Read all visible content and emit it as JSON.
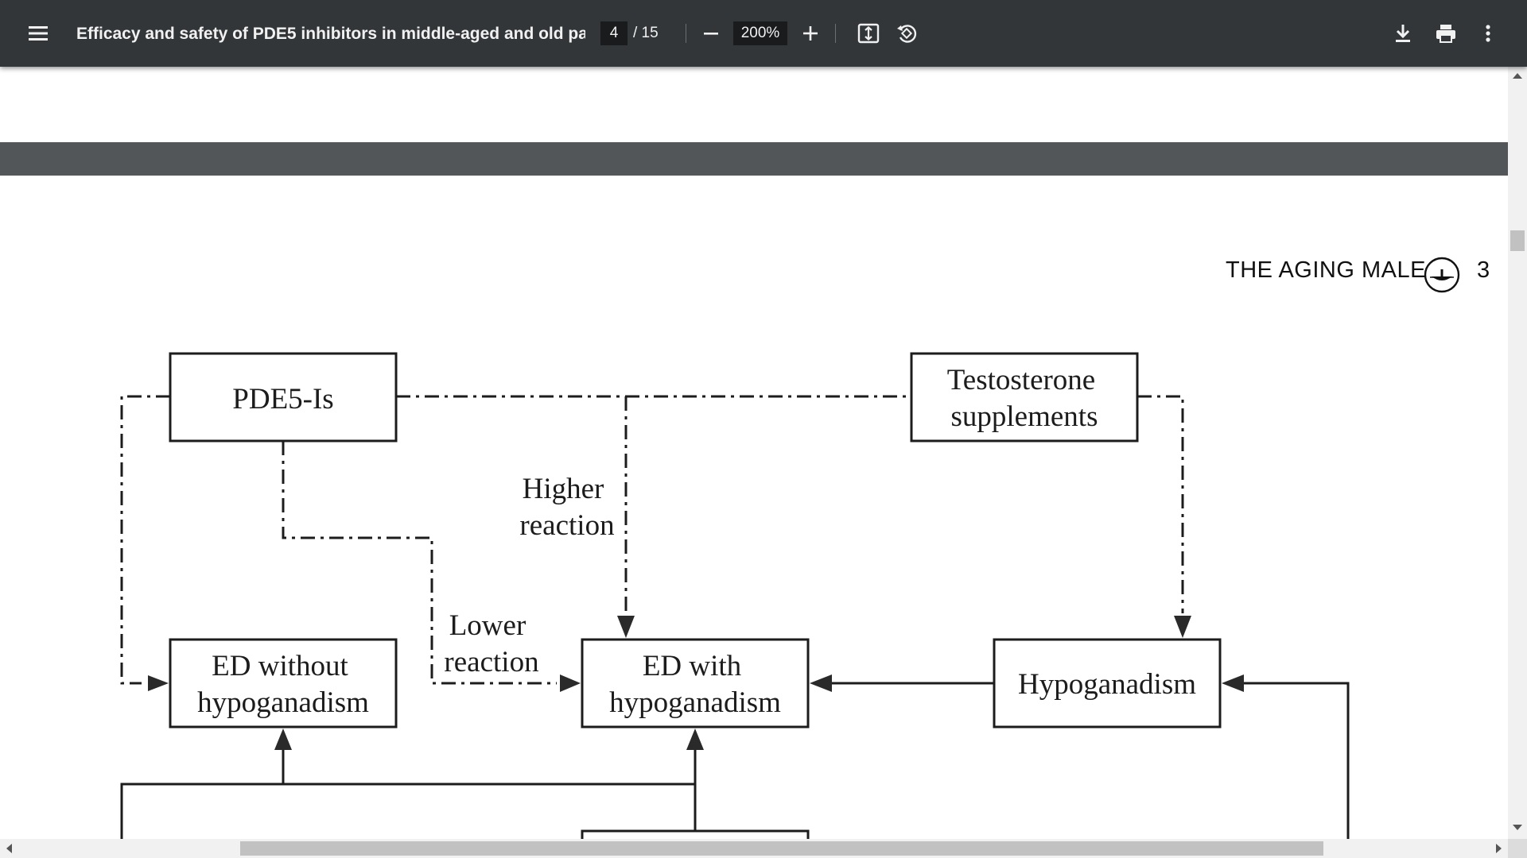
{
  "toolbar": {
    "menu_icon": "hamburger-menu-icon",
    "title": "Efficacy and safety of PDE5 inhibitors in middle-aged and old pa...",
    "current_page": "4",
    "total_pages": "/ 15",
    "zoom": "200%",
    "icons": [
      "zoom-out-icon",
      "zoom-in-icon",
      "fit-page-icon",
      "rotate-icon",
      "download-icon",
      "print-icon",
      "more-options-icon"
    ]
  },
  "page": {
    "running_head": "THE AGING MALE",
    "page_number": "3",
    "logo_icon": "journal-logo-icon"
  },
  "diagram": {
    "box_pde5": "PDE5-Is",
    "box_testosterone_l1": "Testosterone",
    "box_testosterone_l2": "supplements",
    "box_ed_without_l1": "ED without",
    "box_ed_without_l2": "hypoganadism",
    "box_ed_with_l1": "ED with",
    "box_ed_with_l2": "hypoganadism",
    "box_hypo": "Hypoganadism",
    "label_higher_l1": "Higher",
    "label_higher_l2": "reaction",
    "label_lower_l1": "Lower",
    "label_lower_l2": "reaction"
  }
}
